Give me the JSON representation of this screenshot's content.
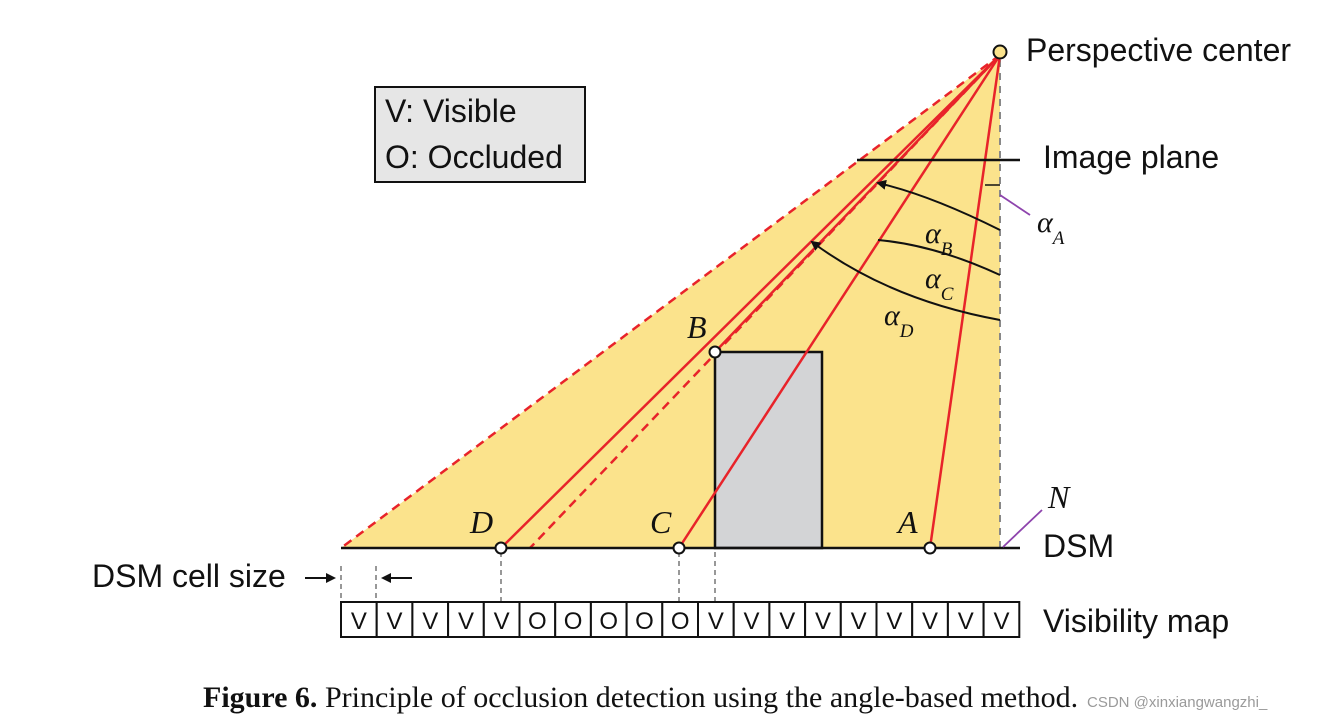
{
  "legend": {
    "visible": "V:  Visible",
    "occluded": "O: Occluded"
  },
  "labels": {
    "perspective_center": "Perspective center",
    "image_plane": "Image plane",
    "dsm": "DSM",
    "normal": "N",
    "dsm_cell_size": "DSM cell size",
    "visibility_map": "Visibility map"
  },
  "points": {
    "a": "A",
    "b": "B",
    "c": "C",
    "d": "D"
  },
  "angles": {
    "symbol": "α",
    "a": "A",
    "b": "B",
    "c": "C",
    "d": "D"
  },
  "visibility_map": [
    "V",
    "V",
    "V",
    "V",
    "V",
    "O",
    "O",
    "O",
    "O",
    "O",
    "V",
    "V",
    "V",
    "V",
    "V",
    "V",
    "V",
    "V",
    "V"
  ],
  "caption": {
    "figure": "Figure 6.",
    "text": " Principle of occlusion detection using the angle-based method."
  },
  "watermark": "CSDN @xinxiangwangzhi_",
  "colors": {
    "fill": "#fbe38c",
    "ray": "#e8232a",
    "building": "#d3d4d6",
    "legend_bg": "#e6e6e6",
    "leader": "#8e44ad"
  }
}
